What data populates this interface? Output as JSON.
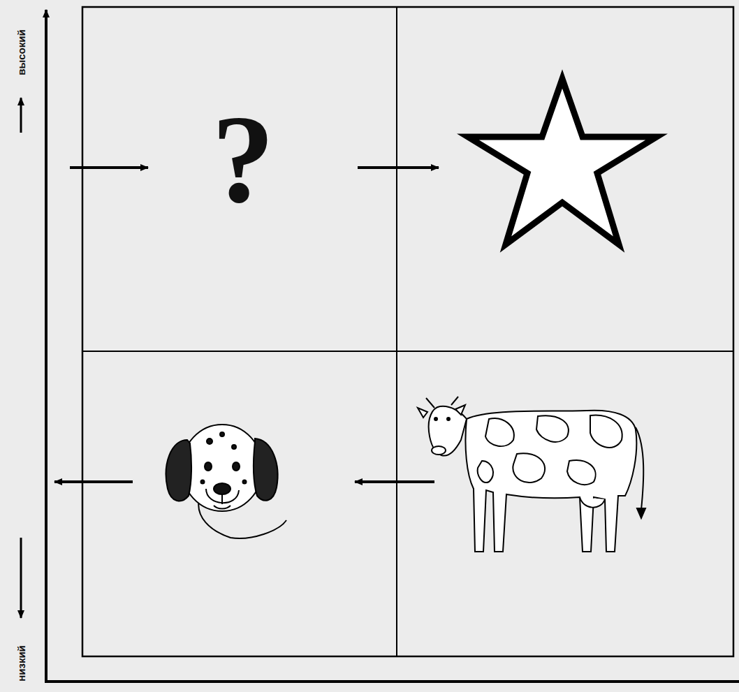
{
  "diagram": {
    "labels": [
      "высокий",
      "низкий",
      "?"
    ]
  }
}
